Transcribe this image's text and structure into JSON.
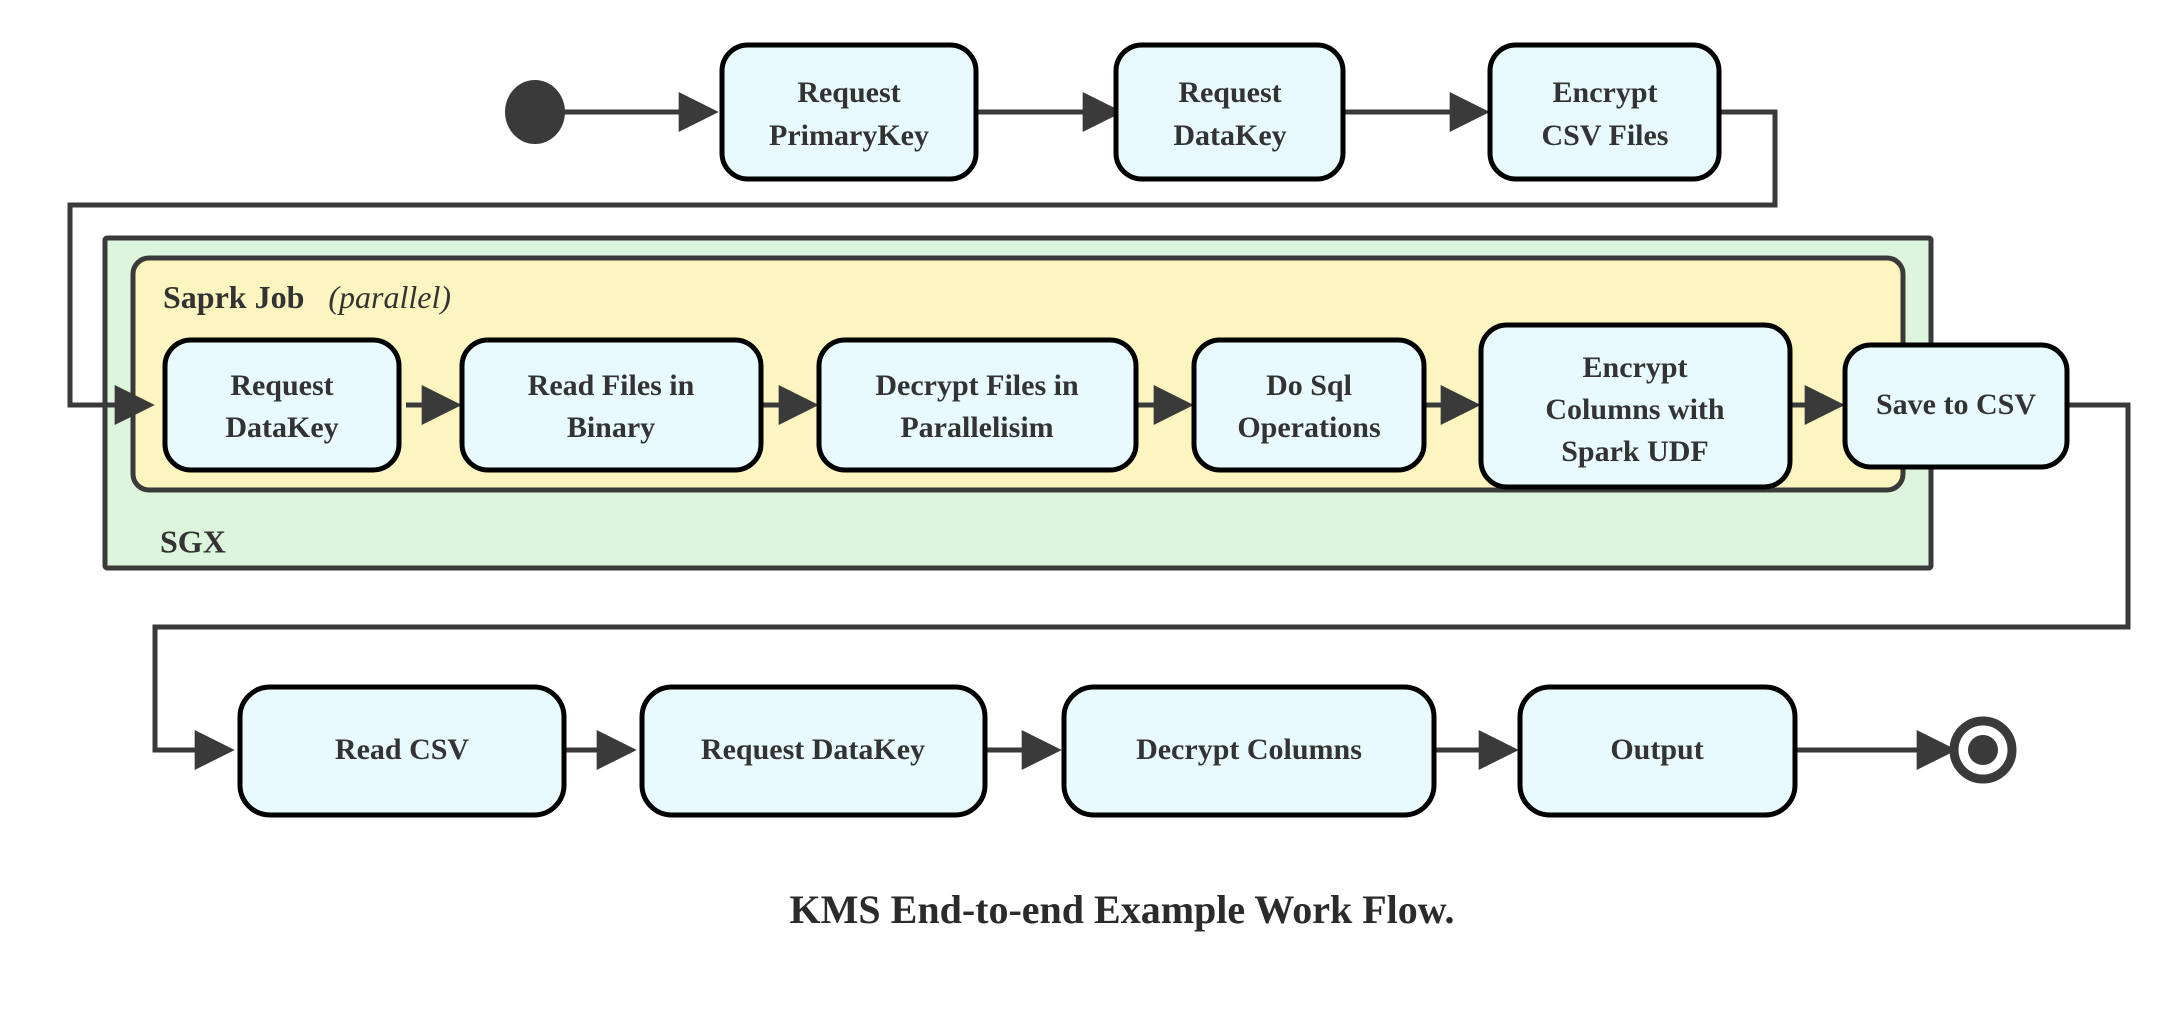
{
  "diagram": {
    "caption": "KMS End-to-end Example Work Flow.",
    "colors": {
      "node_fill": "#e8fafd",
      "node_stroke": "#000000",
      "sgx_fill": "#dcf5dc",
      "spark_fill": "#fdf5c0",
      "edge": "#3a3a3a",
      "text": "#333333",
      "background": "#ffffff"
    },
    "markers": {
      "start": "filled-circle-start-node",
      "end": "ringed-circle-end-node"
    },
    "containers": [
      {
        "id": "sgx",
        "label": "SGX",
        "label_position": "bottom-left",
        "fill": "#dcf5dc"
      },
      {
        "id": "spark-job",
        "label": "Saprk Job",
        "label_suffix": "(parallel)",
        "label_suffix_style": "italic-parenthesized",
        "label_position": "top-left",
        "fill": "#fdf5c0"
      }
    ],
    "rows": {
      "top": {
        "name": "preparation-row",
        "nodes": [
          {
            "id": "request-primarykey",
            "lines": [
              "Request",
              "PrimaryKey"
            ]
          },
          {
            "id": "request-datakey-top",
            "lines": [
              "Request",
              "DataKey"
            ]
          },
          {
            "id": "encrypt-csv-files",
            "lines": [
              "Encrypt",
              "CSV Files"
            ]
          }
        ]
      },
      "middle": {
        "name": "spark-job-row",
        "nodes": [
          {
            "id": "request-datakey-spark",
            "lines": [
              "Request",
              "DataKey"
            ]
          },
          {
            "id": "read-files-in-binary",
            "lines": [
              "Read Files in",
              "Binary"
            ]
          },
          {
            "id": "decrypt-files-in-parallelisim",
            "lines": [
              "Decrypt Files in",
              "Parallelisim"
            ]
          },
          {
            "id": "do-sql-operations",
            "lines": [
              "Do Sql",
              "Operations"
            ]
          },
          {
            "id": "encrypt-columns-with-spark-udf",
            "lines": [
              "Encrypt",
              "Columns with",
              "Spark UDF"
            ]
          },
          {
            "id": "save-to-csv",
            "lines": [
              "Save to CSV"
            ]
          }
        ]
      },
      "bottom": {
        "name": "consumption-row",
        "nodes": [
          {
            "id": "read-csv",
            "lines": [
              "Read CSV"
            ]
          },
          {
            "id": "request-datakey-bottom",
            "lines": [
              "Request DataKey"
            ]
          },
          {
            "id": "decrypt-columns",
            "lines": [
              "Decrypt Columns"
            ]
          },
          {
            "id": "output",
            "lines": [
              "Output"
            ]
          }
        ]
      }
    },
    "flow_sequence": [
      "start",
      "Request PrimaryKey",
      "Request DataKey",
      "Encrypt CSV Files",
      "Request DataKey",
      "Read Files in Binary",
      "Decrypt Files in Parallelisim",
      "Do Sql Operations",
      "Encrypt Columns with Spark UDF",
      "Save to CSV",
      "Read CSV",
      "Request DataKey",
      "Decrypt Columns",
      "Output",
      "end"
    ]
  }
}
